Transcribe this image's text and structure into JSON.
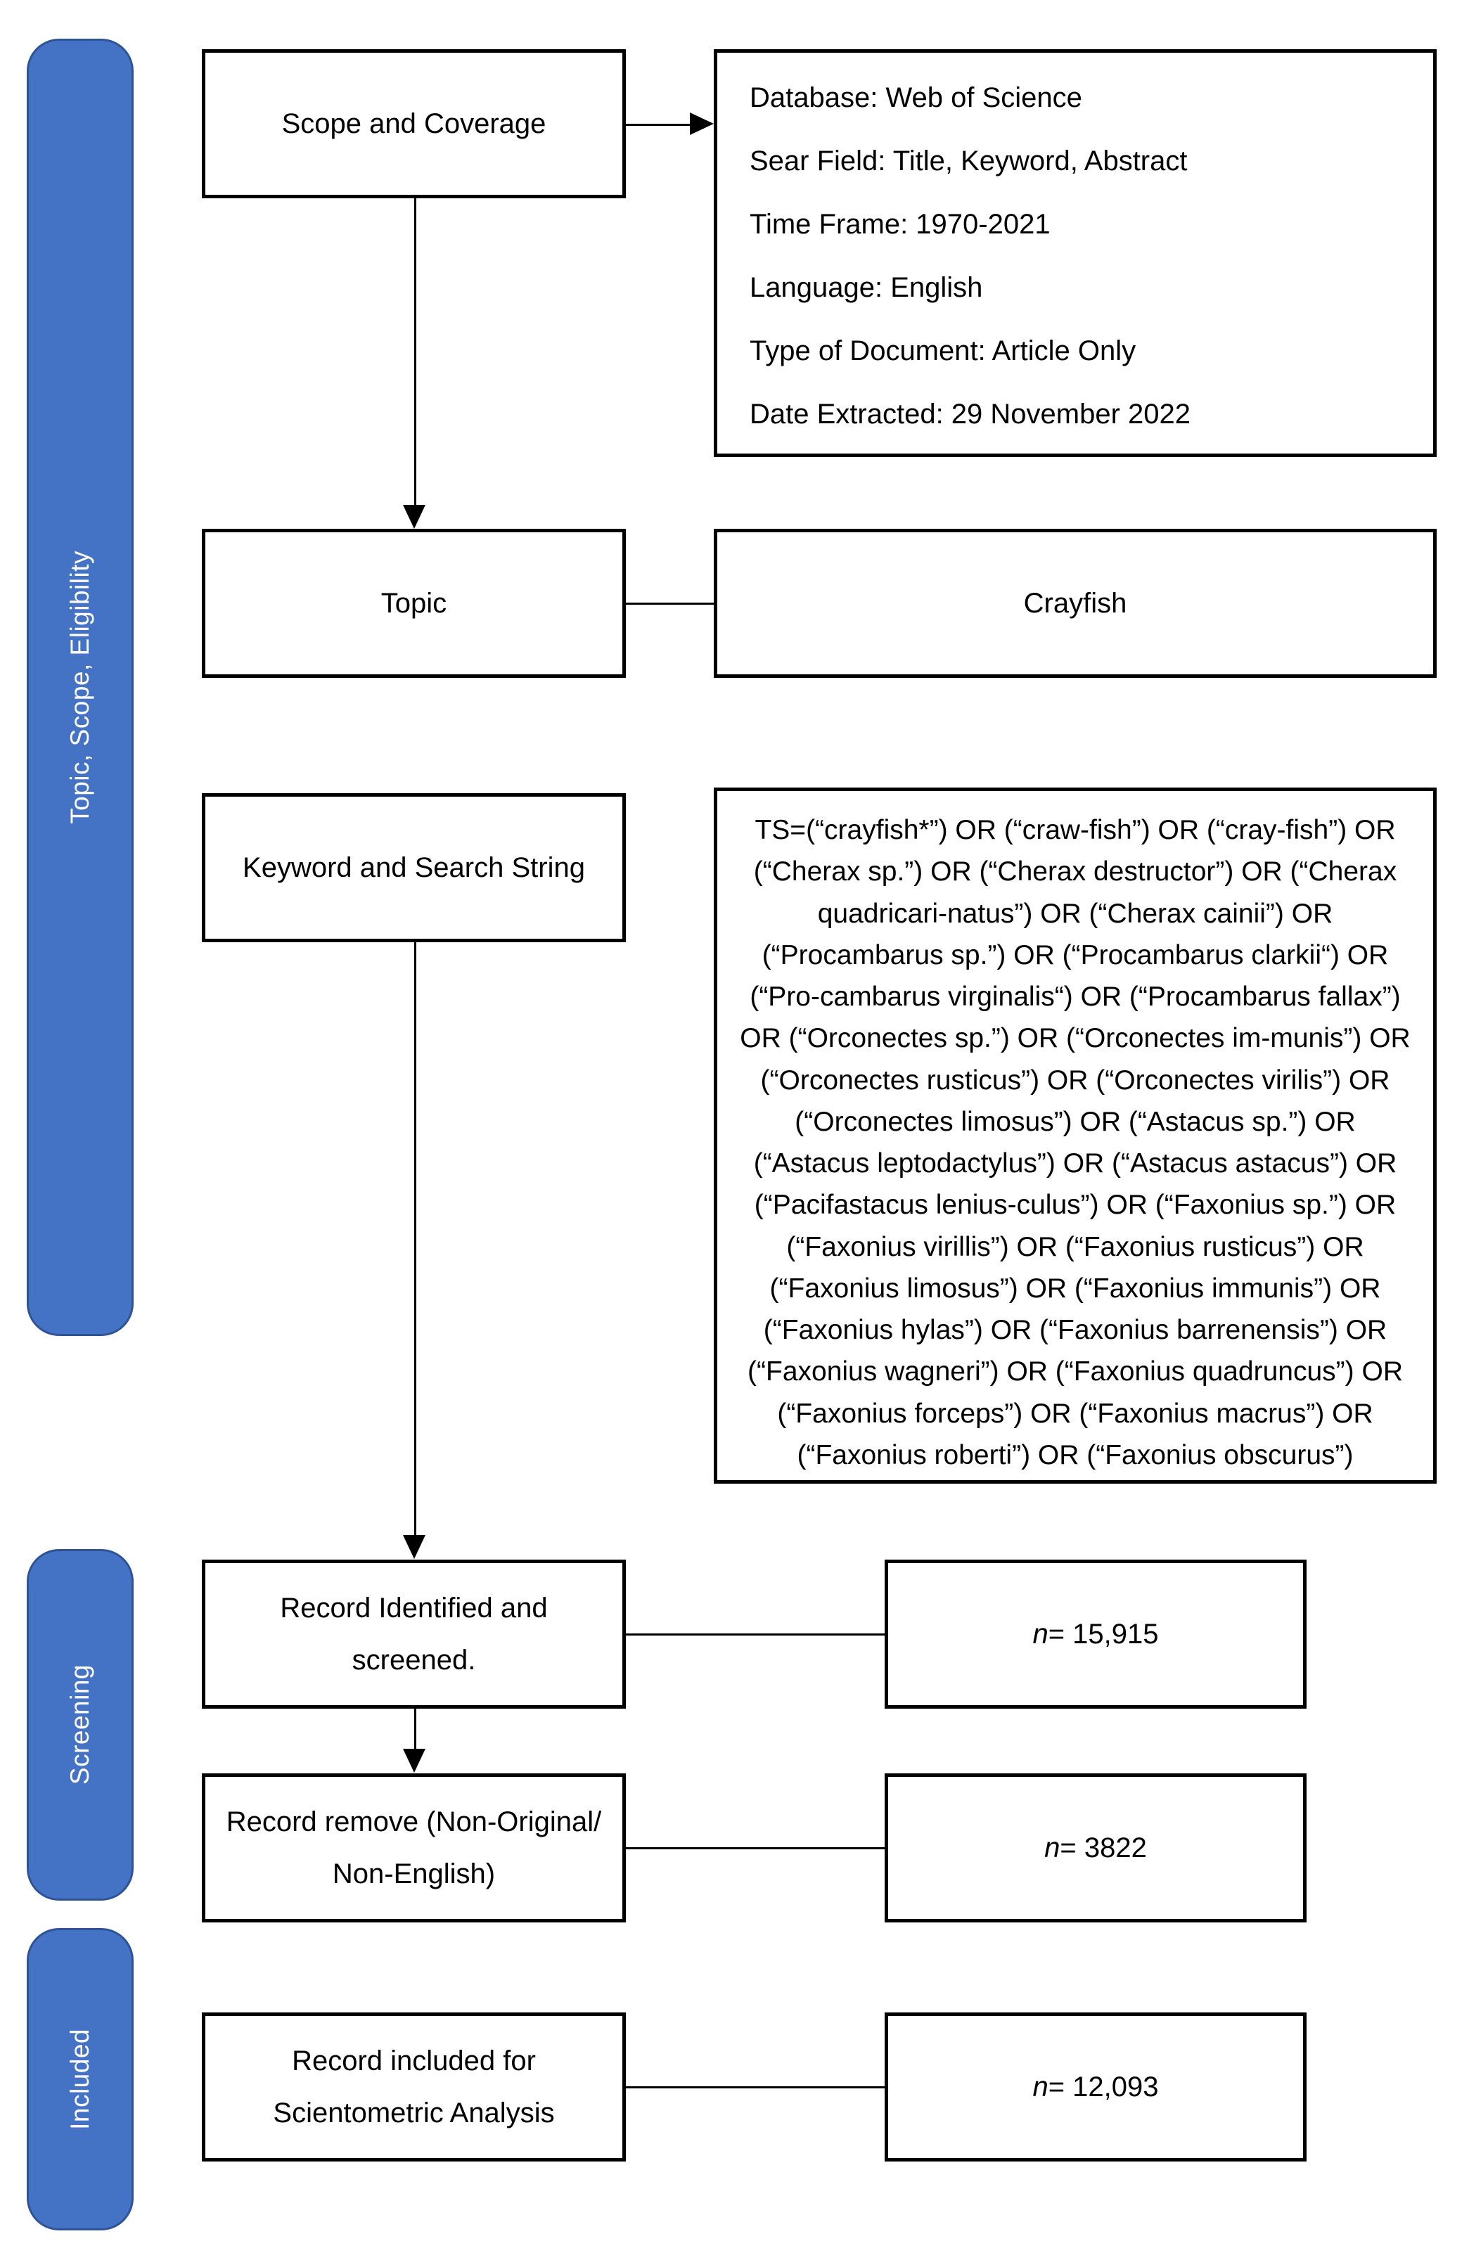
{
  "diagram": {
    "title": "Crayfish Scientometric Literature Search Flowchart",
    "accent_color": "#4472C4",
    "accent_border_color": "#2E5496",
    "line_color": "#000000"
  },
  "stages": [
    {
      "id": "topic-scope-eligibility",
      "label": "Topic, Scope, Eligibility"
    },
    {
      "id": "screening",
      "label": "Screening"
    },
    {
      "id": "included",
      "label": "Included"
    }
  ],
  "nodes": {
    "scope_and_coverage": "Scope and Coverage",
    "topic": "Topic",
    "keyword_and_search_string": "Keyword and Search String",
    "record_identified": "Record Identified and screened.",
    "record_removed": "Record remove (Non-Original/ Non-English)",
    "record_included": "Record included for Scientometric Analysis"
  },
  "scope_details": [
    "Database: Web of Science",
    "Sear Field: Title, Keyword, Abstract",
    "Time Frame: 1970-2021",
    "Language: English",
    "Type of Document: Article Only",
    "Date Extracted: 29 November 2022"
  ],
  "topic_value": "Crayfish",
  "search_string": "TS=(“crayfish*”) OR (“craw-fish”) OR (“cray-fish”) OR (“Cherax sp.”) OR (“Cherax destructor”) OR (“Cherax quadricari-natus”) OR (“Cherax cainii”) OR (“Procambarus sp.”) OR (“Procambarus clarkii“) OR (“Pro-cambarus virginalis“) OR (“Procambarus fallax”) OR (“Orconectes sp.”) OR (“Orconectes im-munis”) OR (“Orconectes rusticus”) OR (“Orconectes virilis”) OR (“Orconectes limosus”) OR (“Astacus sp.”) OR (“Astacus leptodactylus”) OR (“Astacus astacus”) OR (“Pacifastacus lenius-culus”) OR (“Faxonius sp.”) OR (“Faxonius virillis”) OR (“Faxonius rusticus”) OR (“Faxonius limosus”) OR (“Faxonius immunis”) OR (“Faxonius hylas”) OR (“Faxonius barrenensis”) OR (“Faxonius wagneri”) OR (“Faxonius quadruncus”) OR (“Faxonius forceps”) OR (“Faxonius macrus”) OR (“Faxonius roberti”) OR (“Faxonius obscurus”)",
  "counts": {
    "identified_label": "n",
    "identified": "= 15,915",
    "removed": "= 3822",
    "included": "= 12,093"
  },
  "chart_data": {
    "type": "table",
    "title": "PRISMA record flow",
    "categories": [
      "Record Identified and screened.",
      "Record remove (Non-Original/ Non-English)",
      "Record included for Scientometric Analysis"
    ],
    "values": [
      15915,
      3822,
      12093
    ]
  }
}
